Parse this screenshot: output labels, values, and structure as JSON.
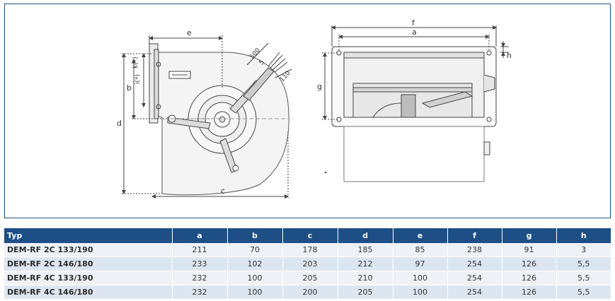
{
  "drawing": {
    "dim_labels": {
      "a": "a",
      "b": "b",
      "c": "c",
      "d": "d",
      "e": "e",
      "f": "f",
      "g": "g",
      "h": "h",
      "i": "i(*)",
      "k": "k(*)",
      "len500": "500",
      "len5": "5",
      "len110": "110"
    }
  },
  "table": {
    "headers": [
      "Typ",
      "a",
      "b",
      "c",
      "d",
      "e",
      "f",
      "g",
      "h"
    ],
    "rows": [
      [
        "DEM-RF 2C 133/190",
        "211",
        "70",
        "178",
        "185",
        "85",
        "238",
        "91",
        "3"
      ],
      [
        "DEM-RF 2C 146/180",
        "233",
        "102",
        "203",
        "212",
        "97",
        "254",
        "126",
        "5,5"
      ],
      [
        "DEM-RF 4C 133/190",
        "232",
        "100",
        "205",
        "210",
        "100",
        "254",
        "126",
        "5,5"
      ],
      [
        "DEM-RF 4C 146/180",
        "232",
        "100",
        "200",
        "205",
        "100",
        "254",
        "126",
        "5,5"
      ]
    ]
  }
}
